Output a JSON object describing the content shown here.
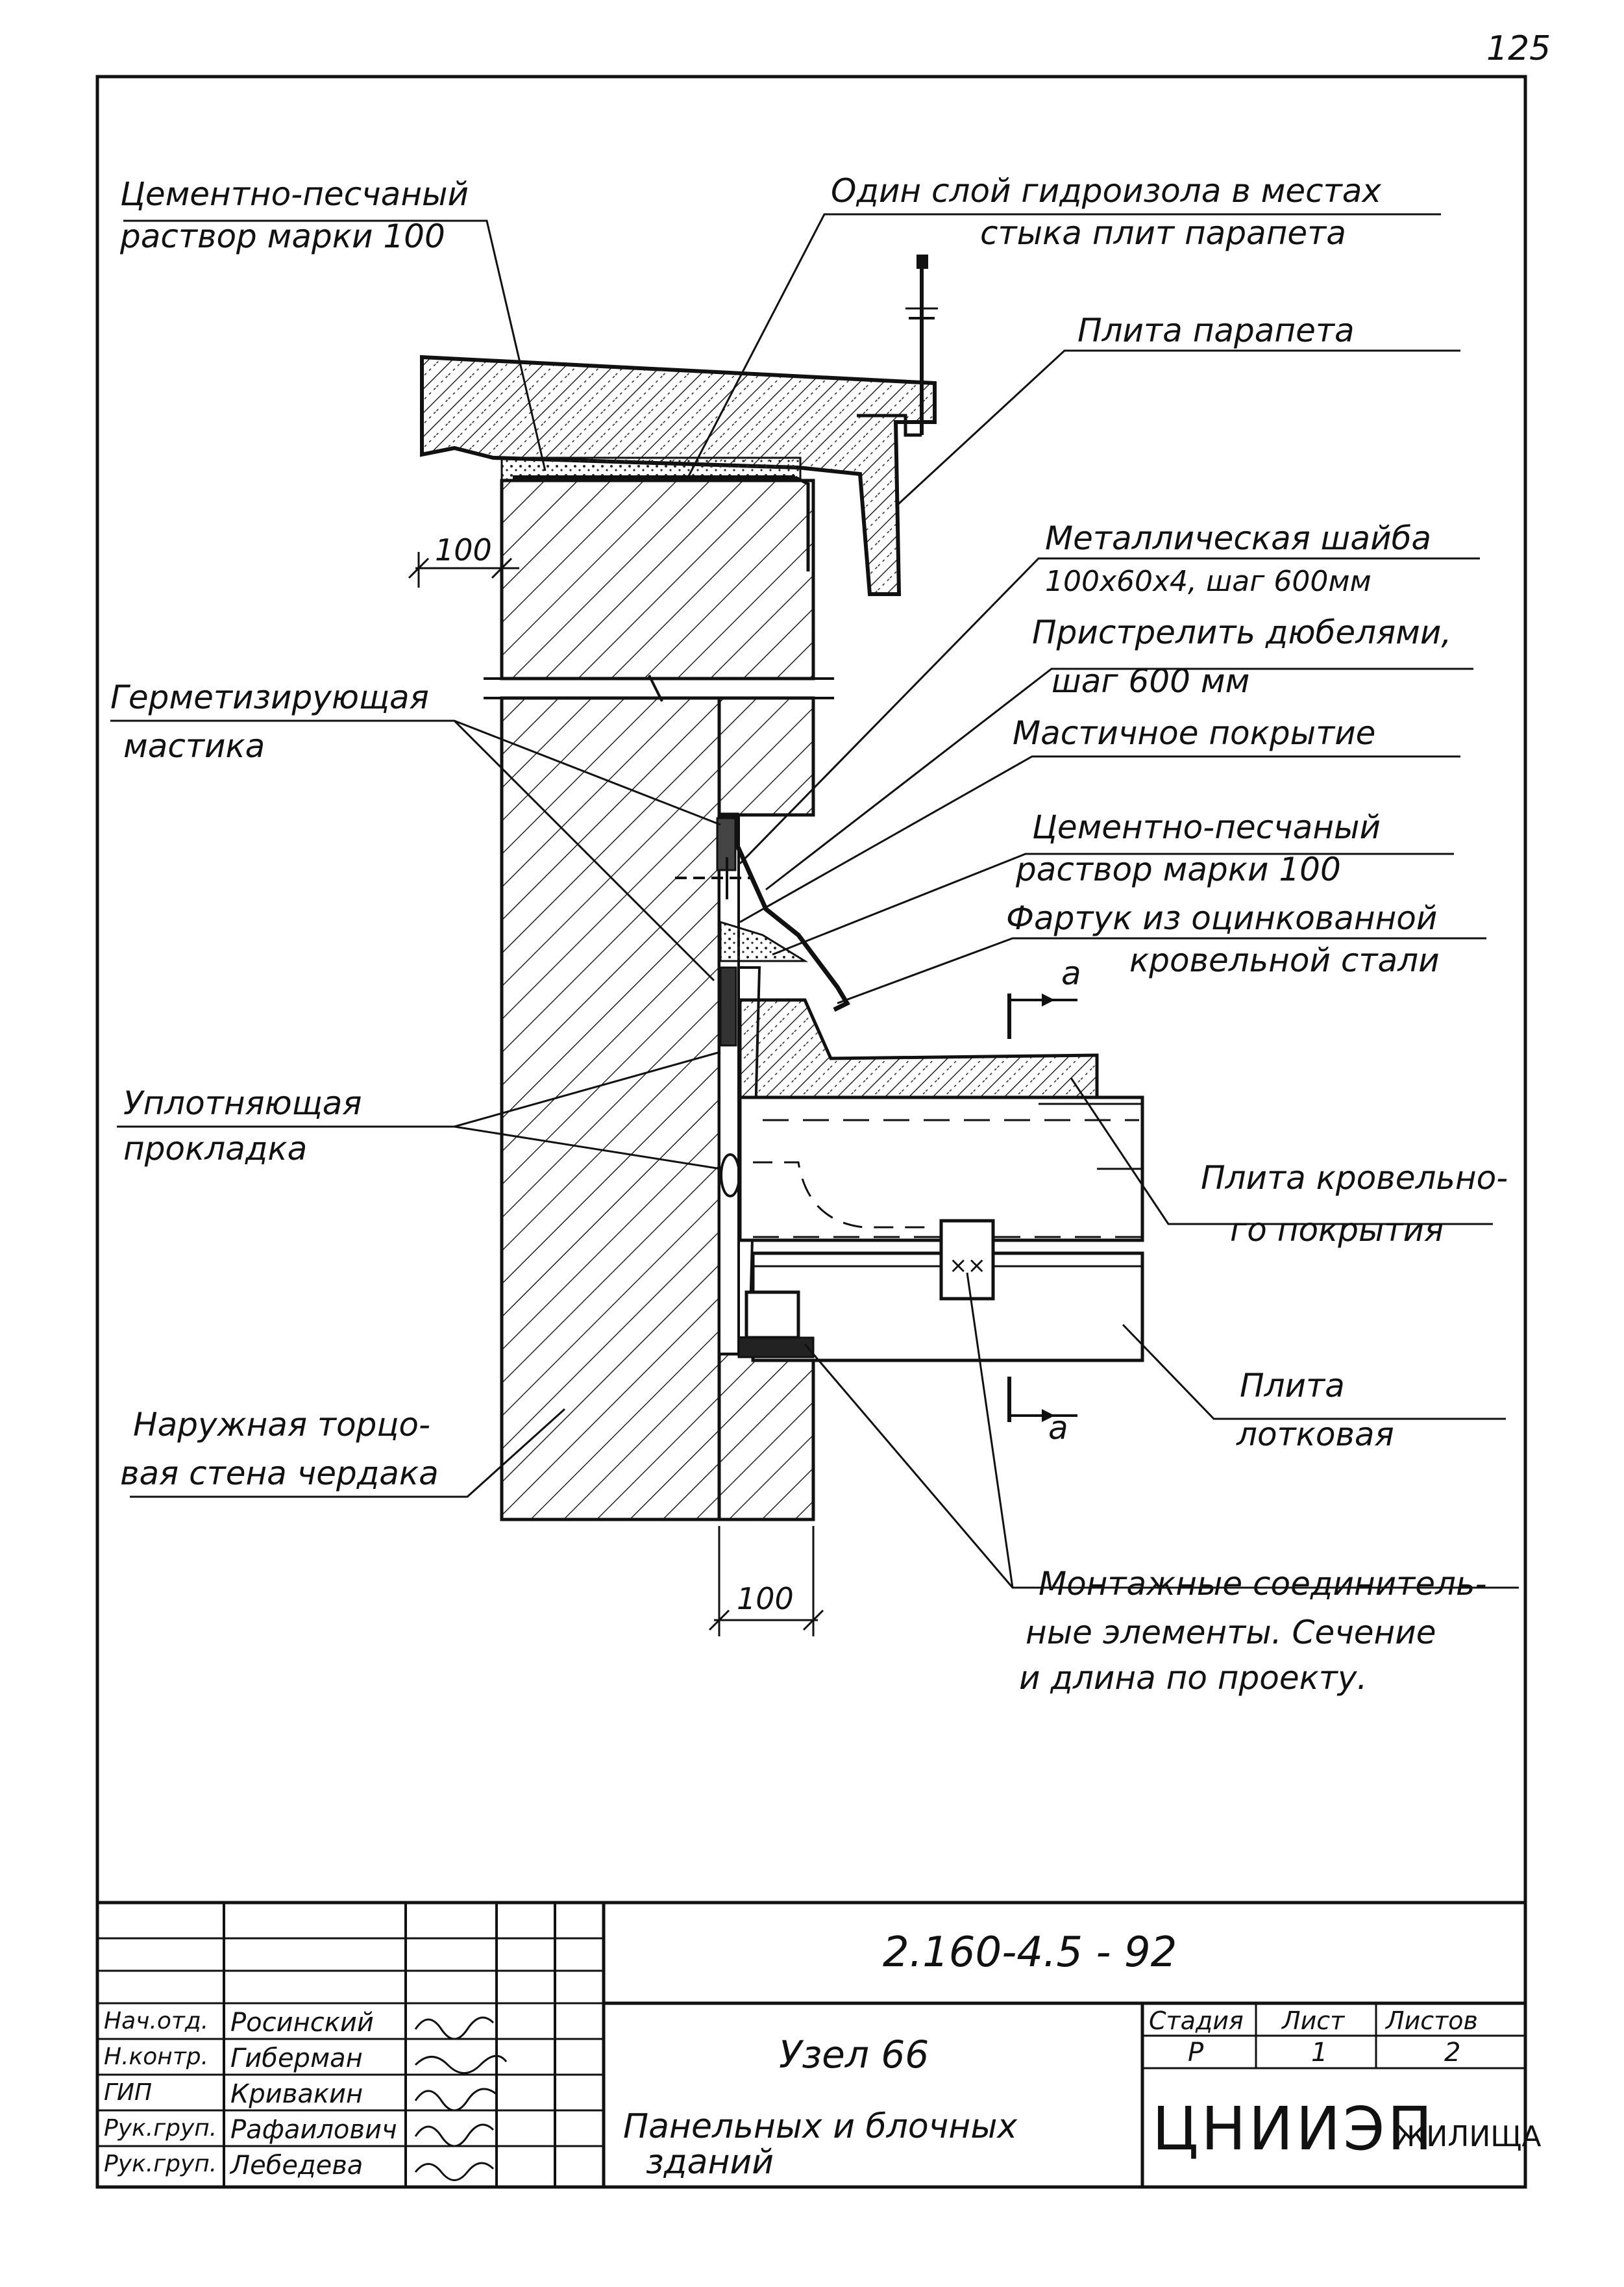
{
  "page_number": "125",
  "labels": {
    "cement_mortar_top_1": "Цементно-песчаный",
    "cement_mortar_top_2": "раствор марки 100",
    "waterproof_1": "Один слой гидроизола в местах",
    "waterproof_2": "стыка плит парапета",
    "parapet_slab": "Плита парапета",
    "metal_washer_1": "Металлическая шайба",
    "metal_washer_2": "100х60х4, шаг 600мм",
    "dowels_1": "Пристрелить дюбелями,",
    "dowels_2": "шаг 600 мм",
    "mastic_coating": "Мастичное покрытие",
    "cement_mortar_mid_1": "Цементно-песчаный",
    "cement_mortar_mid_2": "раствор марки 100",
    "apron_1": "Фартук из оцинкованной",
    "apron_2": "кровельной стали",
    "sealing_mastic_1": "Герметизирующая",
    "sealing_mastic_2": "мастика",
    "seal_gasket_1": "Уплотняющая",
    "seal_gasket_2": "прокладка",
    "roof_slab_1": "Плита кровельно-",
    "roof_slab_2": "го покрытия",
    "tray_slab_1": "Плита",
    "tray_slab_2": "лотковая",
    "outer_wall_1": "Наружная торцо-",
    "outer_wall_2": "вая стена чердака",
    "mounting_1": "Монтажные соединитель-",
    "mounting_2": "ные элементы. Сечение",
    "mounting_3": "и длина  по проекту.",
    "section_mark": "а",
    "dim_top": "100",
    "dim_bottom": "100"
  },
  "title_block": {
    "doc_code": "2.160-4.5  -  92",
    "node_title": "Узел 66",
    "description_1": "Панельных и блочных",
    "description_2": "зданий",
    "stage_header": "Стадия",
    "sheet_header": "Лист",
    "sheets_header": "Листов",
    "stage_value": "Р",
    "sheet_value": "1",
    "sheets_value": "2",
    "org_main": "ЦНИИЭП",
    "org_sub": "ЖИЛИЩА",
    "signatures": [
      {
        "role": "Нач.отд.",
        "name": "Росинский"
      },
      {
        "role": "Н.контр.",
        "name": "Гиберман"
      },
      {
        "role": "ГИП",
        "name": "Кривакин"
      },
      {
        "role": "Рук.груп.",
        "name": "Рафаилович"
      },
      {
        "role": "Рук.груп.",
        "name": "Лебедева"
      }
    ]
  },
  "colors": {
    "ink": "#111111",
    "paper": "#ffffff",
    "fill": "#555555"
  }
}
